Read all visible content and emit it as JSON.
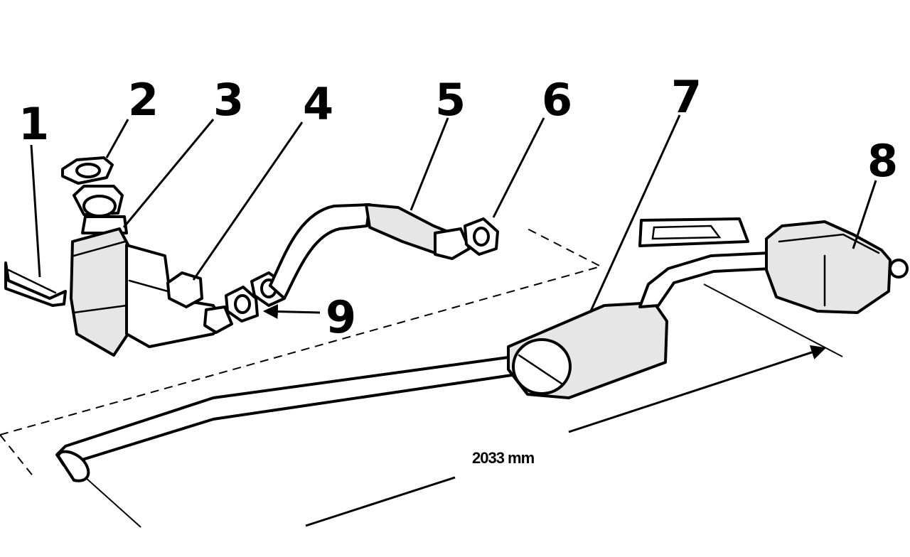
{
  "callouts": [
    {
      "id": "1",
      "text": "1"
    },
    {
      "id": "2",
      "text": "2"
    },
    {
      "id": "3",
      "text": "3"
    },
    {
      "id": "4",
      "text": "4"
    },
    {
      "id": "5",
      "text": "5"
    },
    {
      "id": "6",
      "text": "6"
    },
    {
      "id": "7",
      "text": "7"
    },
    {
      "id": "8",
      "text": "8"
    },
    {
      "id": "9",
      "text": "9"
    }
  ],
  "dimension": {
    "text": "2033 mm"
  }
}
